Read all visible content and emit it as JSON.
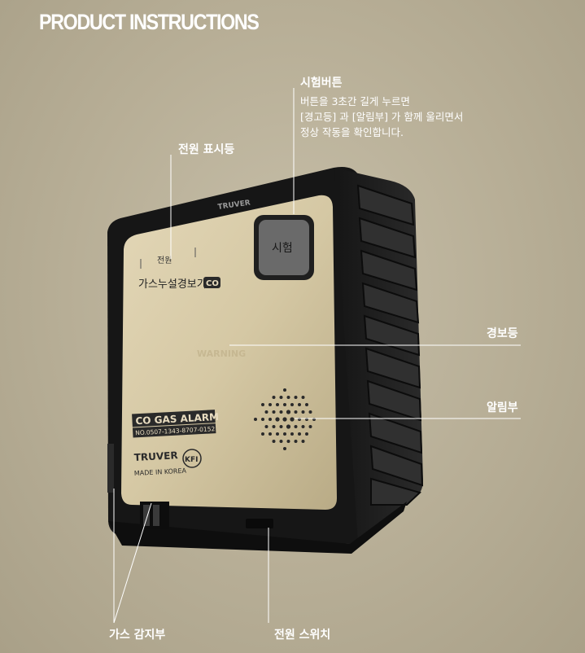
{
  "title": "PRODUCT INSTRUCTIONS",
  "callouts": {
    "test_button": {
      "label": "시험버튼",
      "description": [
        "버튼을 3초간 길게 누르면",
        "[경고등] 과 [알림부] 가 함께 울리면서",
        "정상 작동을 확인합니다."
      ]
    },
    "power_indicator": {
      "label": "전원 표시등"
    },
    "warning_light": {
      "label": "경보등"
    },
    "speaker": {
      "label": "알림부"
    },
    "gas_sensor": {
      "label": "가스 감지부"
    },
    "power_switch": {
      "label": "전원 스위치"
    }
  },
  "device": {
    "brand_top": "TRUVER",
    "power_text": "전원",
    "product_name": "가스누설경보기",
    "co_badge": "CO",
    "test_button_text": "시험",
    "warning_text": "WARNING",
    "label_title": "CO GAS ALARM",
    "label_number": "NO.0507-1343-8707-0152",
    "brand": "TRUVER",
    "made_in": "MADE IN KOREA",
    "kfi": "KFI"
  },
  "colors": {
    "background": "#b9b09a",
    "faceplate": "#d8cba9",
    "housing": "#1b1b1b",
    "text": "#ffffff"
  }
}
